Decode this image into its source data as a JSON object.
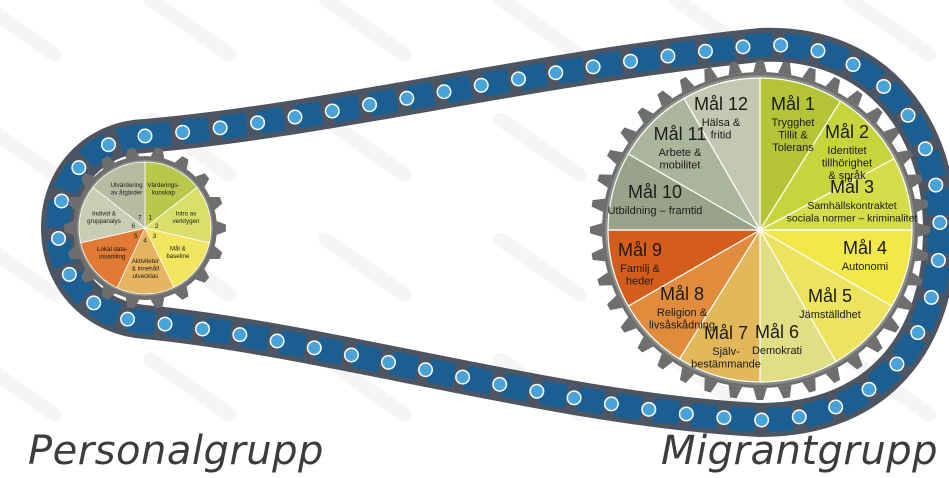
{
  "captions": {
    "left": "Personalgrupp",
    "right": "Migrantgrupp"
  },
  "colors": {
    "chain_plate": "#4d5562",
    "chain_link": "#1b5f92",
    "chain_roller": "#4aa3d8",
    "sprocket": "#6e6e6e"
  },
  "large_wheel": {
    "segments": [
      {
        "id": "mal1",
        "title": "Mål 1",
        "text": [
          "Trygghet",
          "Tillit &",
          "Tolerans"
        ],
        "color": "#b4c436"
      },
      {
        "id": "mal2",
        "title": "Mål 2",
        "text": [
          "Identitet",
          "tillhörighet",
          "& språk"
        ],
        "color": "#c8d43c"
      },
      {
        "id": "mal3",
        "title": "Mål 3",
        "text": [
          "Samhällskontraktet",
          "sociala normer – kriminalitet"
        ],
        "color": "#d5dc4a"
      },
      {
        "id": "mal4",
        "title": "Mål 4",
        "text": [
          "Autonomi"
        ],
        "color": "#f3e84a"
      },
      {
        "id": "mal5",
        "title": "Mål 5",
        "text": [
          "Jämställdhet"
        ],
        "color": "#ece35e"
      },
      {
        "id": "mal6",
        "title": "Mål 6",
        "text": [
          "Demokrati"
        ],
        "color": "#e2de86"
      },
      {
        "id": "mal7",
        "title": "Mål 7",
        "text": [
          "Själv-",
          "bestämmande"
        ],
        "color": "#e3b85a"
      },
      {
        "id": "mal8",
        "title": "Mål 8",
        "text": [
          "Religion &",
          "livsåskådning"
        ],
        "color": "#e08c3c"
      },
      {
        "id": "mal9",
        "title": "Mål 9",
        "text": [
          "Familj &",
          "heder"
        ],
        "color": "#d45d1c"
      },
      {
        "id": "mal10",
        "title": "Mål 10",
        "text": [
          "Utbildning – framtid"
        ],
        "color": "#9aa38a"
      },
      {
        "id": "mal11",
        "title": "Mål 11",
        "text": [
          "Arbete &",
          "mobilitet"
        ],
        "color": "#adb49c"
      },
      {
        "id": "mal12",
        "title": "Mål 12",
        "text": [
          "Hälsa &",
          "fritid"
        ],
        "color": "#c4c8b2"
      }
    ]
  },
  "small_wheel": {
    "segments": [
      {
        "id": "s1",
        "num": "1",
        "text": [
          "Värderings-",
          "kunskap"
        ],
        "color": "#b8c84a"
      },
      {
        "id": "s2",
        "num": "2",
        "text": [
          "Intro av",
          "verktygen"
        ],
        "color": "#d9df6a"
      },
      {
        "id": "s3",
        "num": "3",
        "text": [
          "Mål &",
          "baseline"
        ],
        "color": "#f2e660"
      },
      {
        "id": "s4",
        "num": "4",
        "text": [
          "Aktiviteter",
          "& innehåll",
          "utvecklas"
        ],
        "color": "#e6b460"
      },
      {
        "id": "s5",
        "num": "5",
        "text": [
          "Lokal data-",
          "insamling"
        ],
        "color": "#e07a34"
      },
      {
        "id": "s6",
        "num": "6",
        "text": [
          "Individ &",
          "gruppanalys"
        ],
        "color": "#c9cdb4"
      },
      {
        "id": "s7",
        "num": "7",
        "text": [
          "Utvärdering",
          "av åtgärder"
        ],
        "color": "#b6bca0"
      }
    ]
  }
}
